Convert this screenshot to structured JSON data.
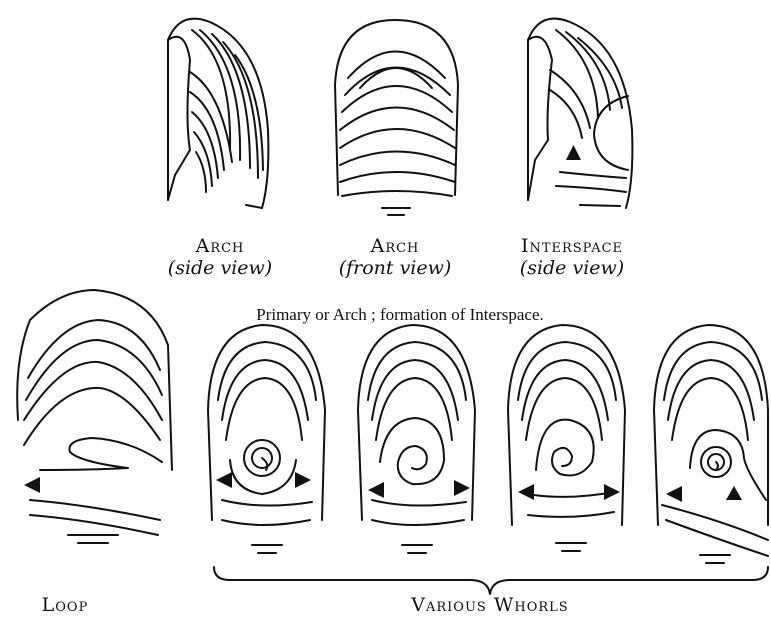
{
  "top_row": [
    {
      "id": "arch-side",
      "title": "Arch",
      "subtitle": "(side view)"
    },
    {
      "id": "arch-front",
      "title": "Arch",
      "subtitle": "(front view)"
    },
    {
      "id": "interspace-side",
      "title": "Interspace",
      "subtitle": "(side view)"
    }
  ],
  "top_caption": "Primary or Arch ; formation of Interspace.",
  "bottom_labels": {
    "loop": "Loop",
    "whorls": "Various Whorls"
  },
  "colors": {
    "ink": "#111111",
    "paper": "#ffffff"
  }
}
